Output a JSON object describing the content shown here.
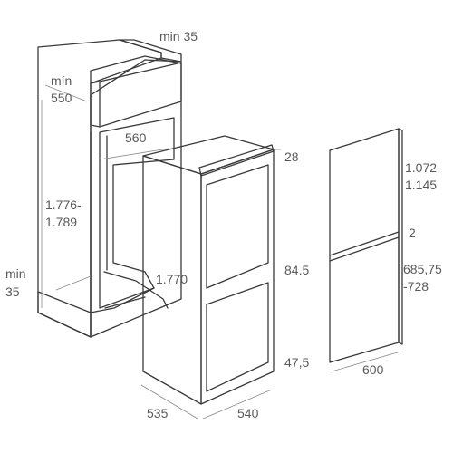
{
  "dimensions": {
    "niche_top_gap": "min 35",
    "niche_depth_a": "mín",
    "niche_depth_b": "550",
    "niche_width": "560",
    "niche_height_a": "1.776-",
    "niche_height_b": "1.789",
    "vent_gap_a": "min",
    "vent_gap_b": "35",
    "appliance_height": "1.770",
    "top_clearance": "28",
    "door_gap_middle": "84.5",
    "bottom_clearance": "47,5",
    "appliance_depth": "535",
    "appliance_width": "540",
    "door_top_height_a": "1.072-",
    "door_top_height_b": "1.145",
    "door_gap": "2",
    "door_bottom_height_a": "685,75",
    "door_bottom_height_b": "-728",
    "door_width": "600"
  },
  "colors": {
    "line": "#3a3a3a",
    "niche_fill": "#e6e4e2",
    "appliance_fill": "#ecebe9",
    "door_fill": "#e3e1df",
    "label": "#5a5a5a"
  }
}
